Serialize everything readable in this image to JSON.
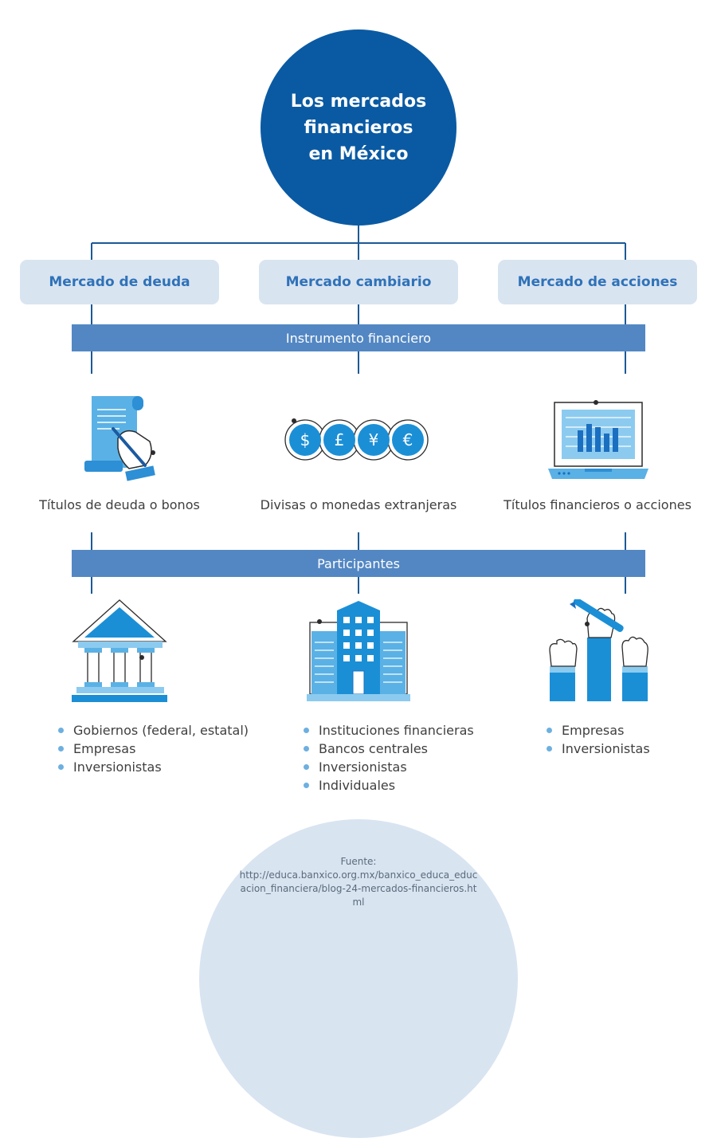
{
  "title": "Los mercados\nfinancieros\nen México",
  "markets": [
    {
      "label": "Mercado de deuda"
    },
    {
      "label": "Mercado cambiario"
    },
    {
      "label": "Mercado de acciones"
    }
  ],
  "instrument_band": "Instrumento financiero",
  "instruments": [
    {
      "label": "Títulos de deuda o bonos",
      "icon": "debt-document-icon"
    },
    {
      "label": "Divisas o monedas extranjeras",
      "icon": "currency-coins-icon",
      "symbols": [
        "$",
        "£",
        "¥",
        "€"
      ]
    },
    {
      "label": "Títulos financieros o acciones",
      "icon": "stock-chart-laptop-icon"
    }
  ],
  "participants_band": "Participantes",
  "participants": [
    {
      "icon": "government-building-icon",
      "items": [
        "Gobiernos (federal, estatal)",
        "Empresas",
        "Inversionistas"
      ]
    },
    {
      "icon": "office-building-icon",
      "items": [
        "Instituciones financieras",
        "Bancos centrales",
        "Inversionistas",
        "Individuales"
      ]
    },
    {
      "icon": "raised-hands-icon",
      "items": [
        "Empresas",
        "Inversionistas"
      ]
    }
  ],
  "source": {
    "label": "Fuente:",
    "text": "http://educa.banxico.org.mx/banxico_educa_educacion_financiera/blog-24-mercados-financieros.html"
  },
  "colors": {
    "primary": "#0a5aa3",
    "band": "#5387c3",
    "box": "#d9e4f1",
    "box_text": "#2f72b8",
    "icon_blue": "#1b8fd6",
    "icon_light": "#8ccbef"
  }
}
